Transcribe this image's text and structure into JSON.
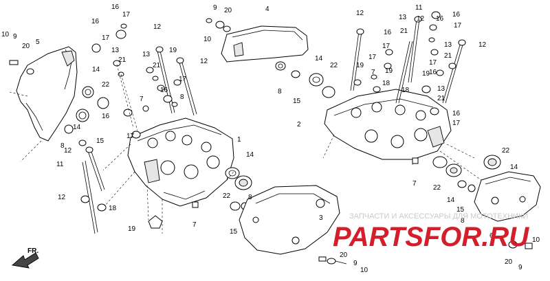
{
  "callouts": [
    "1",
    "2",
    "3",
    "4",
    "5",
    "6",
    "7",
    "8",
    "9",
    "10",
    "11",
    "12",
    "13",
    "14",
    "15",
    "16",
    "17",
    "18",
    "19",
    "20",
    "21",
    "22"
  ],
  "direction_label": "FR.",
  "watermark": {
    "tagline": "ЗАПЧАСТИ И АКСЕССУАРЫ ДЛЯ МОТОТЕХНИКИ",
    "brand": "PARTSFOR.RU"
  },
  "colors": {
    "line": "#000000",
    "watermark_red": "#d21f2b",
    "watermark_gray": "#c9c9c9"
  }
}
